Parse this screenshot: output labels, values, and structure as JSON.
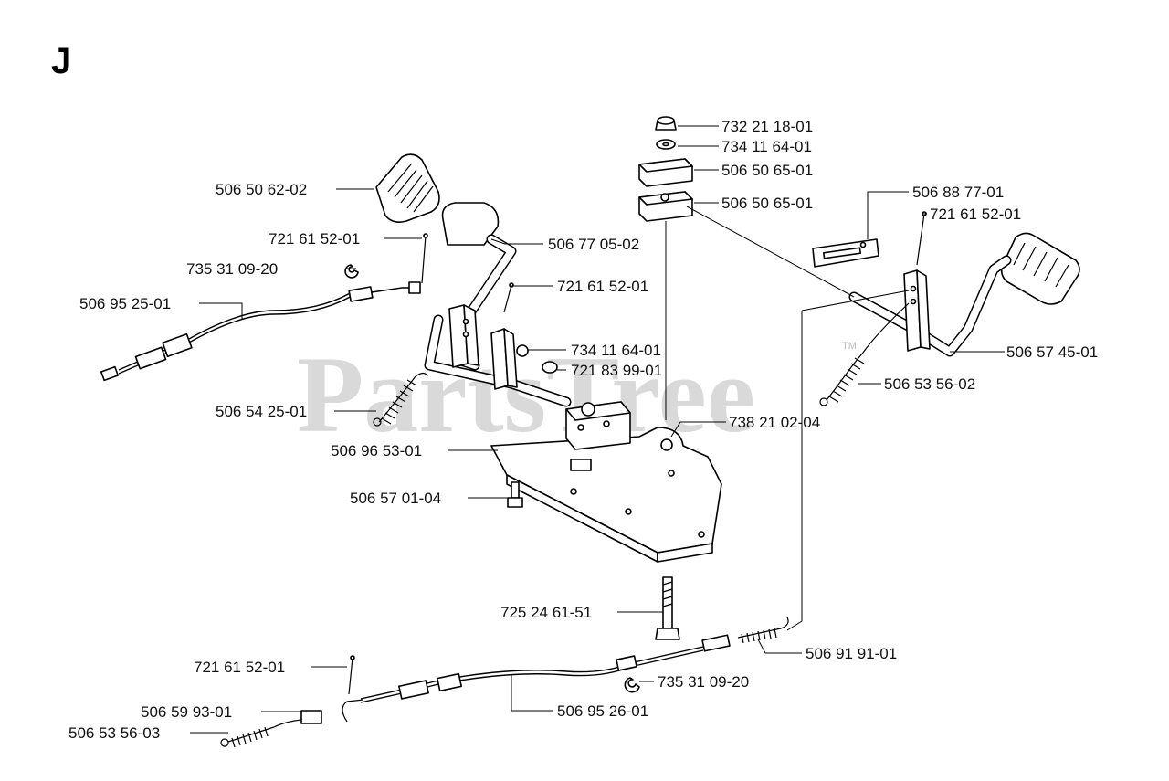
{
  "title": "J",
  "watermark": "PartsTree",
  "watermark_tm": "TM",
  "labels": {
    "p1": "506 50 62-02",
    "p2": "721 61 52-01",
    "p3": "735 31 09-20",
    "p4": "506 95 25-01",
    "p5": "506 77 05-02",
    "p6": "721 61 52-01",
    "p7": "734 11 64-01",
    "p8": "721 83 99-01",
    "p9": "506 54 25-01",
    "p10": "506 96 53-01",
    "p11": "506 57 01-04",
    "p12": "725 24 61-51",
    "p13": "732 21 18-01",
    "p14": "734 11 64-01",
    "p15": "506 50 65-01",
    "p16": "506 50 65-01",
    "p17": "506 88 77-01",
    "p18": "721 61 52-01",
    "p19": "506 57 45-01",
    "p20": "506 53 56-02",
    "p21": "738 21 02-04",
    "p22": "506 91 91-01",
    "p23": "735 31 09-20",
    "p24": "721 61 52-01",
    "p25": "506 59 93-01",
    "p26": "506 53 56-03",
    "p27": "506 95 26-01"
  }
}
